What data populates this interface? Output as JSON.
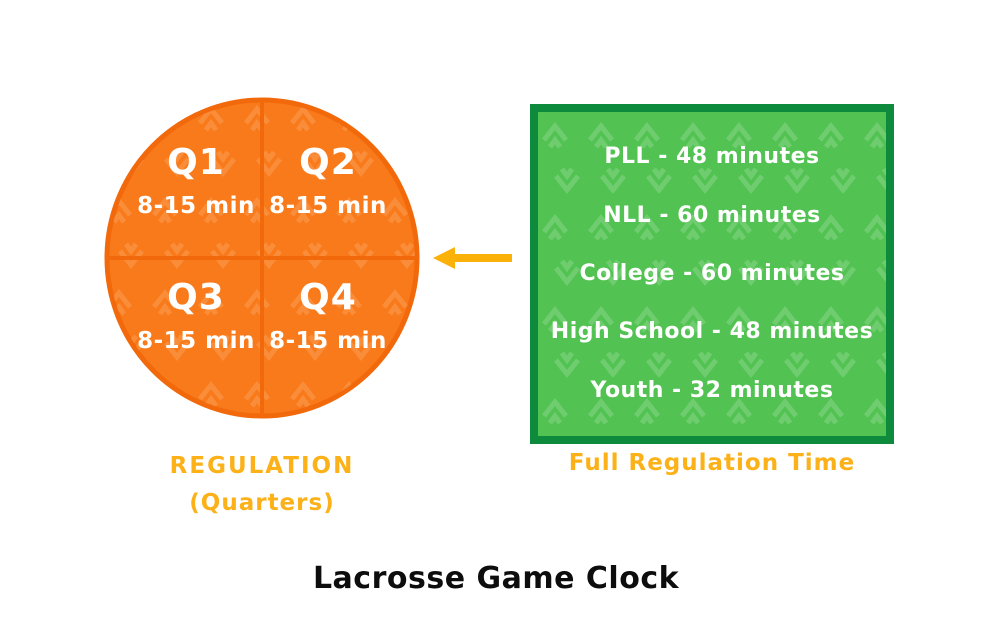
{
  "title": "Lacrosse Game Clock",
  "clock_diagram": {
    "quarters": [
      {
        "label": "Q1",
        "duration": "8-15 min"
      },
      {
        "label": "Q2",
        "duration": "8-15 min"
      },
      {
        "label": "Q3",
        "duration": "8-15 min"
      },
      {
        "label": "Q4",
        "duration": "8-15 min"
      }
    ],
    "caption": {
      "line1": "REGULATION",
      "line2": "(Quarters)"
    }
  },
  "regulation_box": {
    "items": [
      "PLL - 48 minutes",
      "NLL - 60 minutes",
      "College - 60 minutes",
      "High School - 48 minutes",
      "Youth - 32 minutes"
    ],
    "caption": "Full Regulation Time"
  },
  "icons": {
    "arrow": "left-arrow"
  },
  "colors": {
    "circle_fill": "#F97A1A",
    "circle_border": "#F2690B",
    "box_fill": "#52C352",
    "box_border": "#0E8A3D",
    "accent_gold": "#FBB117",
    "label_text": "#FFFFFF",
    "title_text": "#0D0D0D"
  }
}
